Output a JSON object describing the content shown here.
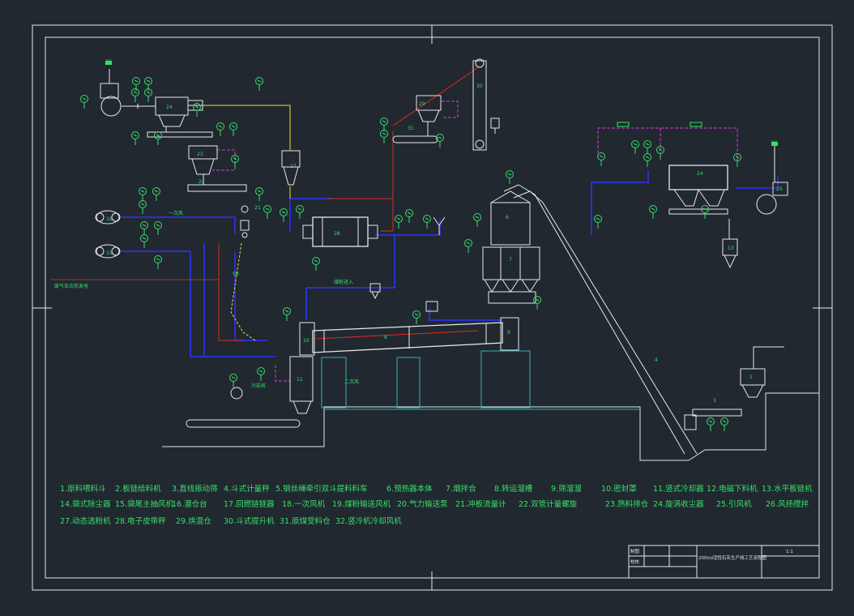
{
  "legend": [
    "1.原料喂料斗",
    "2.板链给料机",
    "3.直线振动筛",
    "4.斗式计量秤",
    "5.钢丝绳牵引双斗提料料车",
    "6.预热器本体",
    "7.烟拌合",
    "8.转运溜槽",
    "9.筛溜溜",
    "10.密封罩",
    "11.竖式冷却器",
    "12.电磁下料机",
    "13.水平板链机",
    "14.袋式除尘器",
    "15.袋尾主抽风机",
    "16.潜仓台",
    "17.回燃链链器",
    "18.一次风机",
    "19.煤粉输送风机",
    "20.气力输送泵",
    "21.冲板流量计",
    "22.双管计量螺旋",
    "23.熟料排仓",
    "24.旋涡收尘器",
    "25.引风机",
    "26.风扬搅拌",
    "27.动态选粉机",
    "28.电子皮带秤",
    "29.烘混仓",
    "30.斗式提升机",
    "31.原煤受料仓",
    "32.竖冷机冷却风机"
  ],
  "title_block": {
    "row1": "制图",
    "row2": "校核",
    "drawing_title": "200t/d活性石灰生产线工艺流程图",
    "scale": "1:1"
  },
  "annotations": {
    "waste_gas": "废气去余热发电",
    "coal_feed": "煤粉进入",
    "air_label": "一次风",
    "fan_air": "二次风",
    "cooling_air": "冷却风",
    "yellow_line_label": "SB"
  },
  "colors": {
    "background": "#212830",
    "frame": "#e8e8e8",
    "blue_pipe": "#2a34ff",
    "red_pipe": "#e02a20",
    "yellow_pipe": "#f0e020",
    "magenta_signal": "#d33cd3",
    "green_text": "#36e06a",
    "hatch": "#2fb4b4"
  }
}
